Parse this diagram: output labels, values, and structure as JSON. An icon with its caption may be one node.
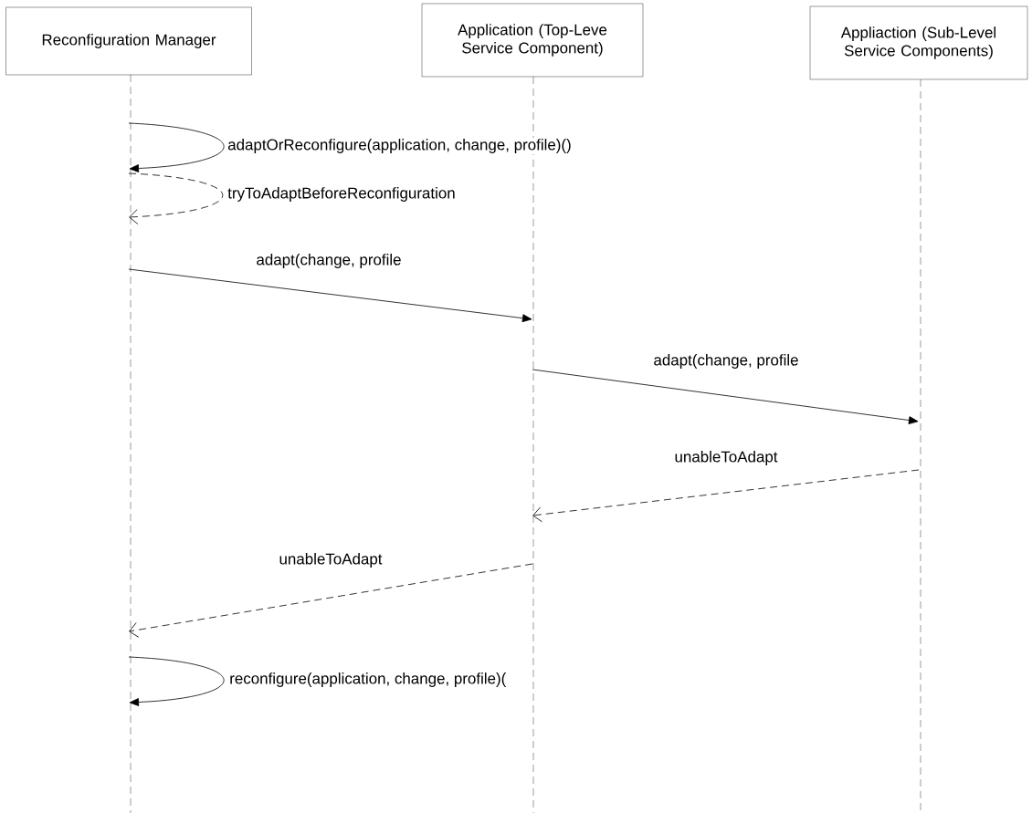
{
  "diagram": {
    "nodes": [
      {
        "text": [
          "Reconfiguration Manager"
        ]
      },
      {
        "text": [
          "Application (Top-Leve Service Component)"
        ]
      },
      {
        "text": [
          "Appliaction (Sub-Level Service Components)"
        ]
      }
    ],
    "edges": [
      {
        "from": 0,
        "to": 0,
        "arrow": "to",
        "label": "adaptOrReconfigure(application, change, profile)()"
      },
      {
        "from": 0,
        "to": 0,
        "arrow": "to",
        "style": "dashed",
        "label": "tryToAdaptBeforeReconfiguration"
      },
      {
        "from": 0,
        "to": 1,
        "arrow": "to",
        "label": "adapt(change, profile"
      },
      {
        "from": 1,
        "to": 2,
        "arrow": "to",
        "label": "adapt(change, profile"
      },
      {
        "from": 2,
        "to": 1,
        "arrow": "to",
        "style": "dashed",
        "label": "unableToAdapt"
      },
      {
        "from": 1,
        "to": 0,
        "arrow": "to",
        "style": "dashed",
        "label": "unableToAdapt"
      },
      {
        "from": 0,
        "to": 0,
        "arrow": "to",
        "label": "reconfigure(application, change, profile)("
      }
    ]
  }
}
